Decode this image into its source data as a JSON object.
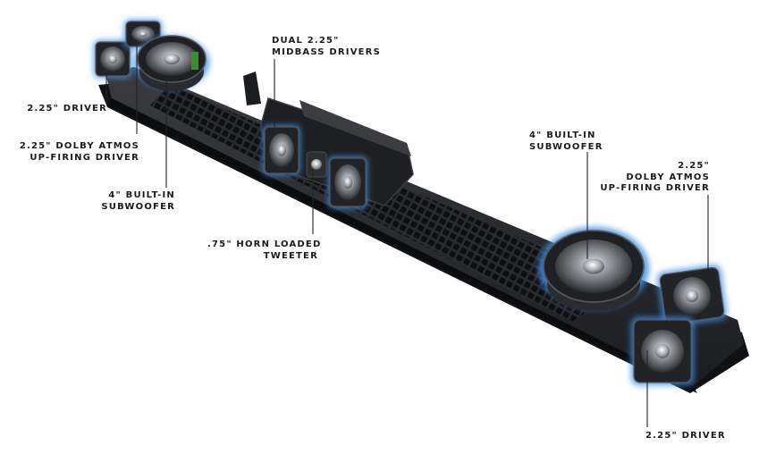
{
  "callouts": {
    "left_driver": [
      "2.25\" DRIVER"
    ],
    "left_atmos": [
      "2.25\" DOLBY ATMOS",
      "UP-FIRING DRIVER"
    ],
    "left_sub": [
      "4\" BUILT-IN",
      "SUBWOOFER"
    ],
    "midbass": [
      "DUAL 2.25\"",
      "MIDBASS DRIVERS"
    ],
    "tweeter": [
      ".75\" HORN LOADED",
      "TWEETER"
    ],
    "right_sub": [
      "4\" BUILT-IN",
      "SUBWOOFER"
    ],
    "right_atmos": [
      "2.25\"",
      "DOLBY ATMOS",
      "UP-FIRING DRIVER"
    ],
    "right_driver": [
      "2.25\" DRIVER"
    ]
  },
  "colors": {
    "chassis": "#2b2c2f",
    "chassis_dark": "#151618",
    "glow": "#3d8fe6",
    "cone": "#8a8d91",
    "leader": "#222222"
  }
}
